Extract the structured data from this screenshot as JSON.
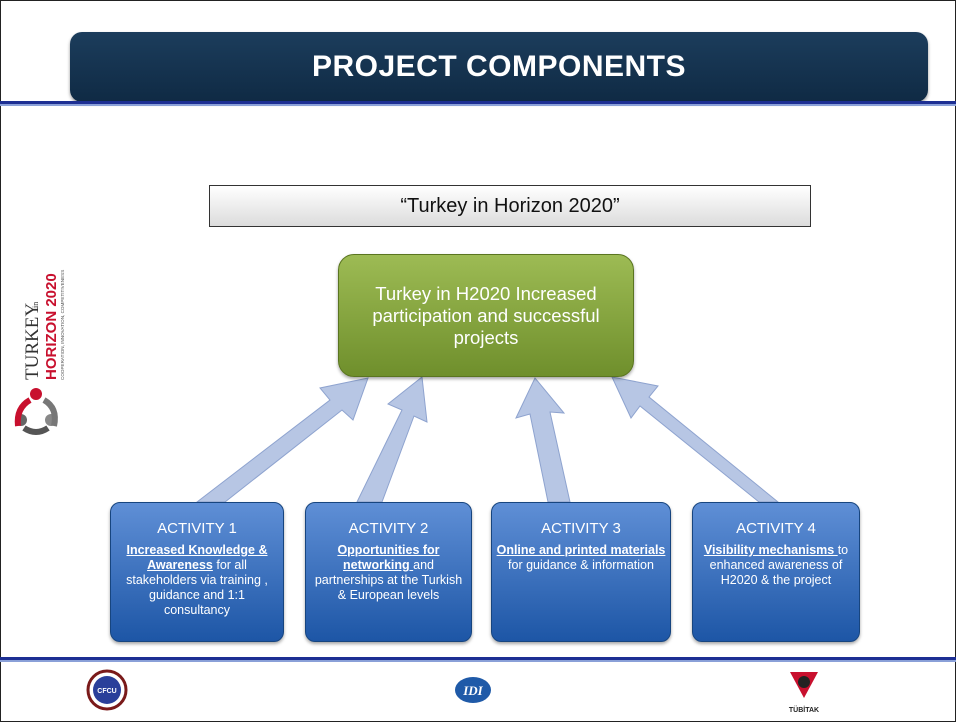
{
  "header": {
    "title": "PROJECT COMPONENTS"
  },
  "project": {
    "label": "“Turkey in Horizon 2020”"
  },
  "goal": {
    "text": "Turkey in H2020  Increased participation and successful projects"
  },
  "activities": [
    {
      "title": "ACTIVITY  1",
      "highlight": "Increased Knowledge & Awareness",
      "rest": " for all stakeholders via training , guidance and 1:1 consultancy"
    },
    {
      "title": "ACTIVITY 2",
      "highlight": "Opportunities for networking ",
      "rest": " and partnerships at the Turkish & European levels"
    },
    {
      "title": "ACTIVITY 3",
      "highlight": "Online and printed materials",
      "rest": " for guidance & information"
    },
    {
      "title": "ACTIVITY 4",
      "highlight": "Visibility mechanisms ",
      "rest": " to enhanced awareness of H2020 & the project"
    }
  ],
  "side_logo": {
    "line1": "TURKEY",
    "small": "in",
    "line2": "HORIZON 2020",
    "tagline": "COOPERATION, INNOVATION, COMPETITIVENESS"
  },
  "footer": {
    "logo_left": "CFCU",
    "logo_mid": "IDI",
    "logo_right": "TÜBİTAK"
  },
  "colors": {
    "banner": "#123456",
    "rule": "#1d2f93",
    "goal": "#86a53c",
    "activity": "#2f6dbf",
    "arrow": "#b7c6e4"
  }
}
